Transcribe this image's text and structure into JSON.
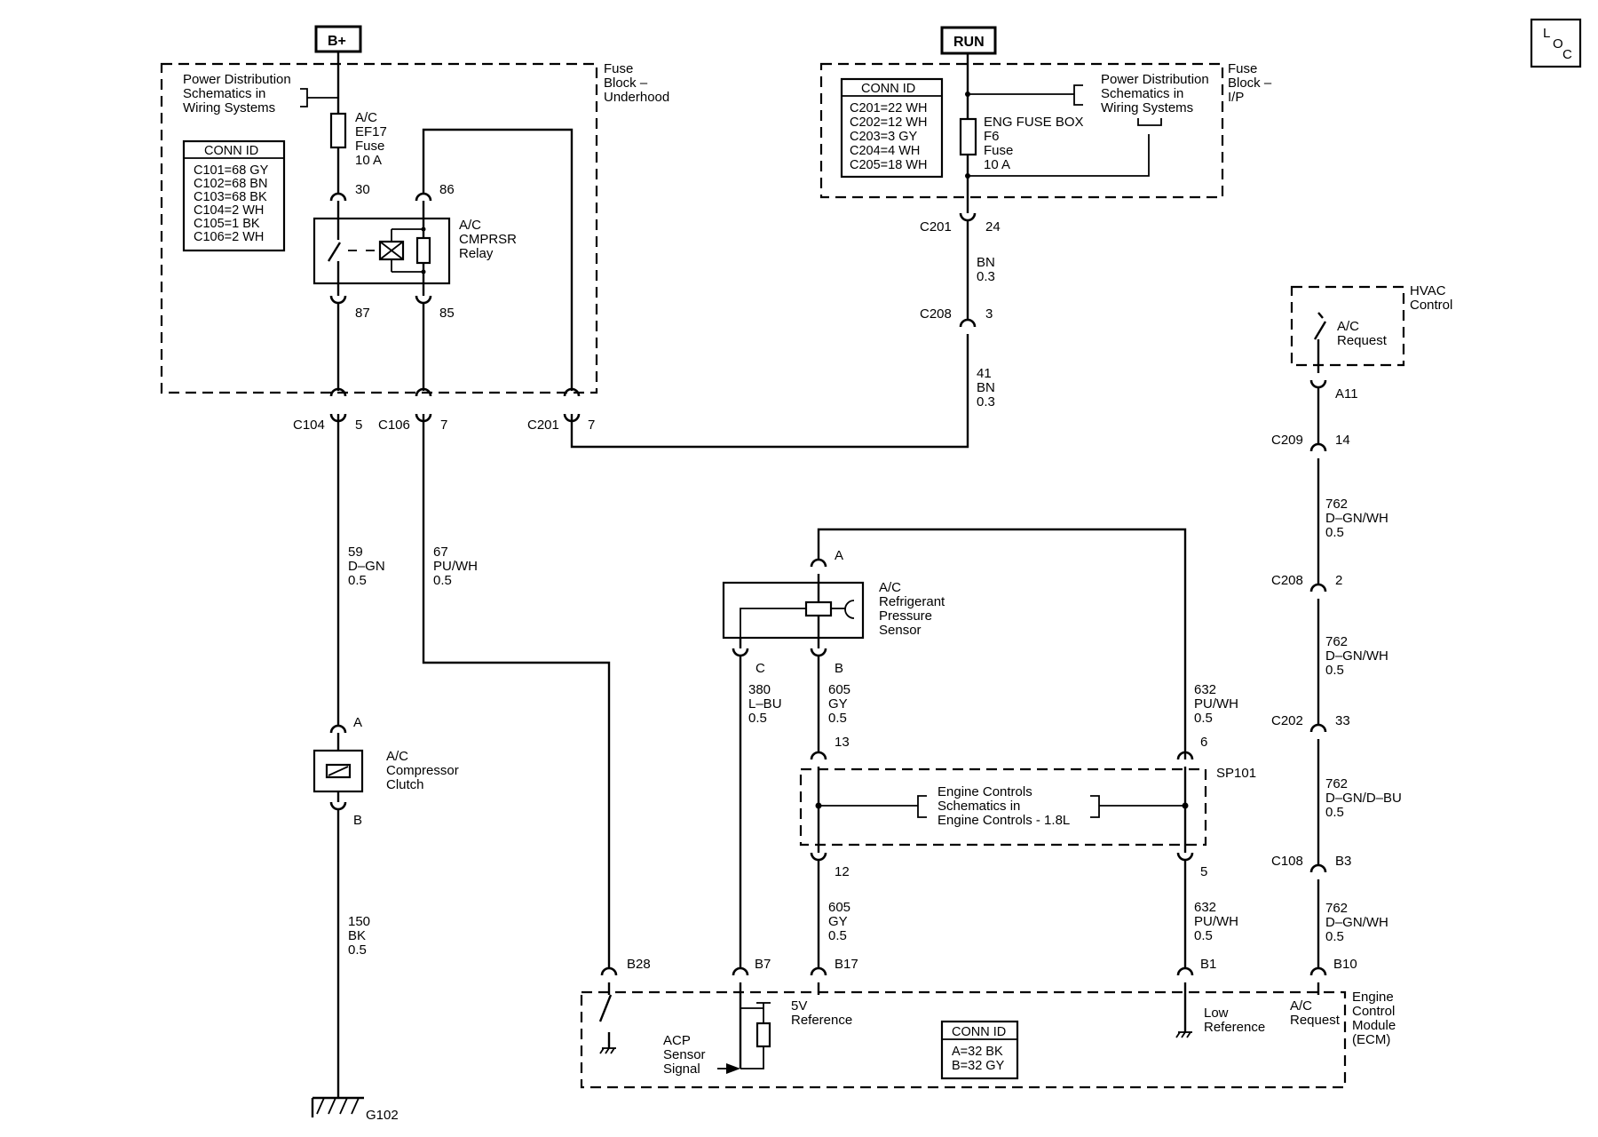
{
  "power": {
    "bplus": "B+",
    "run": "RUN"
  },
  "loc_icon": {
    "l": "L",
    "o": "O",
    "c": "C"
  },
  "fuse_block_underhood": {
    "label": [
      "Fuse",
      "Block –",
      "Underhood"
    ],
    "ref": [
      "Power Distribution",
      "Schematics in",
      "Wiring Systems"
    ],
    "fuse": [
      "A/C",
      "EF17",
      "Fuse",
      "10 A"
    ],
    "relay": [
      "A/C",
      "CMPRSR",
      "Relay"
    ],
    "pins": {
      "p30": "30",
      "p86": "86",
      "p87": "87",
      "p85": "85"
    },
    "conn_title": "CONN ID",
    "conn": [
      "C101=68 GY",
      "C102=68 BN",
      "C103=68 BK",
      "C104=2 WH",
      "C105=1 BK",
      "C106=2 WH"
    ]
  },
  "fuse_block_ip": {
    "label": [
      "Fuse",
      "Block –",
      "I/P"
    ],
    "ref": [
      "Power Distribution",
      "Schematics in",
      "Wiring Systems"
    ],
    "fuse": [
      "ENG FUSE BOX",
      "F6",
      "Fuse",
      "10 A"
    ],
    "conn_title": "CONN ID",
    "conn": [
      "C201=22 WH",
      "C202=12 WH",
      "C203=3 GY",
      "C204=4 WH",
      "C205=18 WH"
    ]
  },
  "connectors": {
    "c104": "C104",
    "c104_pin": "5",
    "c106": "C106",
    "c106_pin": "7",
    "c201_left": "C201",
    "c201_left_pin": "7",
    "c201_top": "C201",
    "c201_top_pin": "24",
    "c208_top": "C208",
    "c208_top_pin": "3",
    "c209": "C209",
    "c209_pin": "14",
    "c208_right": "C208",
    "c208_right_pin": "2",
    "c202": "C202",
    "c202_pin": "33",
    "c108": "C108",
    "c108_pin": "B3",
    "a11": "A11"
  },
  "wires": {
    "w59": [
      "59",
      "D–GN",
      "0.5"
    ],
    "w67": [
      "67",
      "PU/WH",
      "0.5"
    ],
    "w150": [
      "150",
      "BK",
      "0.5"
    ],
    "w_run1": [
      "BN",
      "0.3"
    ],
    "w41": [
      "41",
      "BN",
      "0.3"
    ],
    "w762a": [
      "762",
      "D–GN/WH",
      "0.5"
    ],
    "w762b": [
      "762",
      "D–GN/WH",
      "0.5"
    ],
    "w762c": [
      "762",
      "D–GN/D–BU",
      "0.5"
    ],
    "w762d": [
      "762",
      "D–GN/WH",
      "0.5"
    ],
    "w380": [
      "380",
      "L–BU",
      "0.5"
    ],
    "w605a": [
      "605",
      "GY",
      "0.5"
    ],
    "w605b": [
      "605",
      "GY",
      "0.5"
    ],
    "w632a": [
      "632",
      "PU/WH",
      "0.5"
    ],
    "w632b": [
      "632",
      "PU/WH",
      "0.5"
    ]
  },
  "clutch": {
    "label": [
      "A/C",
      "Compressor",
      "Clutch"
    ],
    "pin_a": "A",
    "pin_b": "B"
  },
  "ground": "G102",
  "hvac": {
    "label": [
      "HVAC",
      "Control"
    ],
    "switch": [
      "A/C",
      "Request"
    ]
  },
  "sensor": {
    "label": [
      "A/C",
      "Refrigerant",
      "Pressure",
      "Sensor"
    ],
    "pin_a": "A",
    "pin_b": "B",
    "pin_c": "C"
  },
  "splice": {
    "name": "SP101",
    "ref": [
      "Engine Controls",
      "Schematics in",
      "Engine Controls - 1.8L"
    ],
    "pins": {
      "p13": "13",
      "p6": "6",
      "p12": "12",
      "p5": "5"
    }
  },
  "ecm": {
    "label": [
      "Engine",
      "Control",
      "Module",
      "(ECM)"
    ],
    "pins": {
      "b28": "B28",
      "b7": "B7",
      "b17": "B17",
      "b1": "B1",
      "b10": "B10"
    },
    "acp": [
      "ACP",
      "Sensor",
      "Signal"
    ],
    "ref5v": [
      "5V",
      "Reference"
    ],
    "lowref": [
      "Low",
      "Reference"
    ],
    "acreq": [
      "A/C",
      "Request"
    ],
    "conn_title": "CONN ID",
    "conn": [
      "A=32 BK",
      "B=32 GY"
    ]
  }
}
